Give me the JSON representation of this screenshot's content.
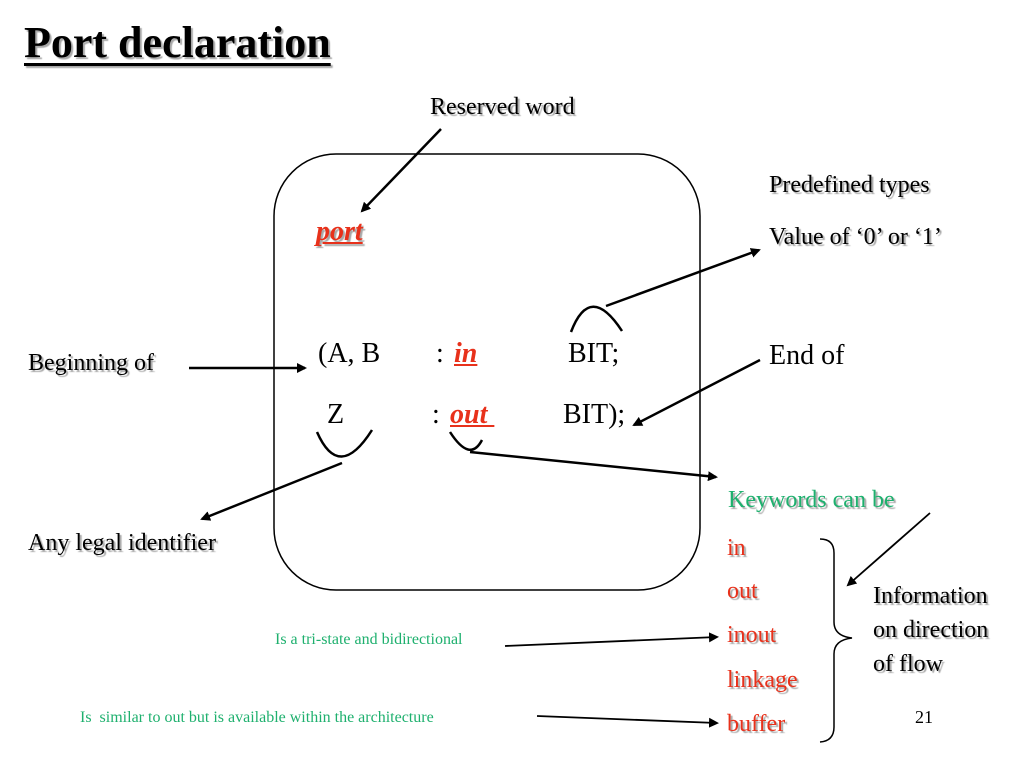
{
  "slide": {
    "title": "Port declaration",
    "page_number": "21"
  },
  "annotations": {
    "reserved_word": "Reserved word",
    "predefined_types": "Predefined types",
    "predefined_value": "Value of ‘0’ or ‘1’",
    "beginning_of": "Beginning of",
    "end_of": "End of",
    "any_legal_identifier": "Any legal identifier",
    "information_lines": [
      "Information",
      "on direction",
      "of flow"
    ]
  },
  "code": {
    "port_keyword": "port",
    "line1_identifiers": "(A, B",
    "line1_colon": ":",
    "line1_mode": "in",
    "line1_type": "BIT;",
    "line2_identifier": "Z",
    "line2_colon": ":",
    "line2_mode": "out ",
    "line2_type": "BIT);"
  },
  "keywords": {
    "heading": "Keywords can be",
    "items": [
      "in",
      "out",
      "inout",
      "linkage",
      "buffer"
    ]
  },
  "notes": {
    "inout_note": "Is a tri-state and bidirectional",
    "buffer_note": "Is  similar to out but is available within the architecture"
  },
  "colors": {
    "keyword_red": "#e8311b",
    "note_green": "#1eb06e",
    "text": "#000000",
    "shadow": "#a8a8a8"
  }
}
